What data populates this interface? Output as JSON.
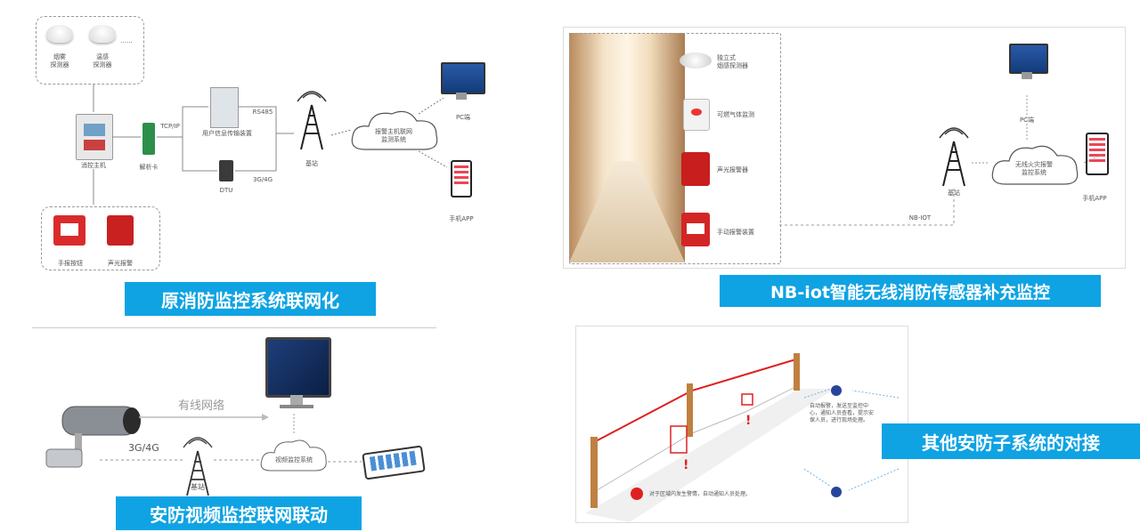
{
  "panel1": {
    "title": "原消防监控系统联网化",
    "detector1": "烟雾\n探测器",
    "detector2": "温感\n探测器",
    "host": "消控主机",
    "converter": "解析卡",
    "device": "用户信息传输装置",
    "dtu": "DTU",
    "basestation": "基站",
    "cloud": "报警主机联网\n监测系统",
    "pc": "PC端",
    "app": "手机APP",
    "alarm1": "手报按钮",
    "alarm2": "声光报警",
    "link1": "TCP/IP",
    "link2": "3G/4G",
    "link3": "RS485",
    "dots": "......"
  },
  "panel2": {
    "title": "NB-iot智能无线消防传感器补充监控",
    "sensor1": "独立式\n烟感探测器",
    "sensor2": "可燃气体监测",
    "sensor3": "声光报警器",
    "sensor4": "手动报警装置",
    "cloud": "无线火灾报警\n监控系统",
    "pc": "PC端",
    "app": "手机APP",
    "basestation": "基站",
    "link": "NB-IOT"
  },
  "panel3": {
    "title": "安防视频监控联网联动",
    "wired": "有线网络",
    "mobile": "3G/4G",
    "basestation": "基站",
    "cloud": "视频监控系统"
  },
  "panel4": {
    "title": "其他安防子系统的对接",
    "note1": "自动报警，发送至监控中心，通知人员查看，提示安保人员，进行现场处理。",
    "note2": "对于区域内发生警情，自动通知人员处理。"
  },
  "colors": {
    "banner": "#0fa3e3",
    "alert_red": "#e02020",
    "fence_line": "#d81e1e"
  }
}
